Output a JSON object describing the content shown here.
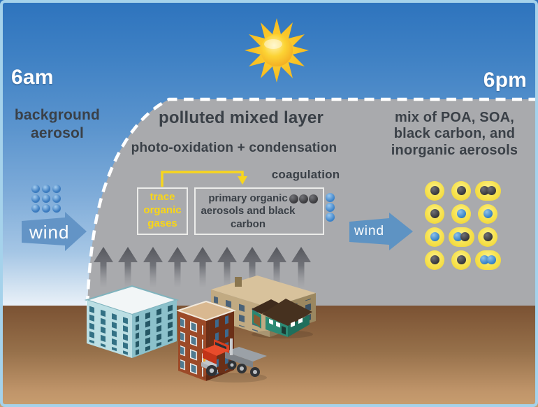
{
  "colors": {
    "border-blue": "#a5d2eb",
    "text-dark": "#3a4047",
    "accent-yellow": "#f9d616",
    "layer-gray": "#a9aaad",
    "wind-blue": "#5e93c3",
    "ground-dark": "#7b5233",
    "ground-light": "#c89e6f",
    "sky-top": "#2d73bd"
  },
  "labels": {
    "time_start": "6am",
    "time_end": "6pm",
    "background_aerosol": "background aerosol",
    "mixed_layer_title": "polluted mixed layer",
    "process_photo_oxidation": "photo-oxidation + condensation",
    "process_coagulation": "coagulation",
    "trace_box": "trace organic gases",
    "primary_box": "primary organic aerosols and black carbon",
    "wind_left": "wind",
    "wind_right": "wind",
    "mix_result": "mix of POA, SOA, black carbon, and inorganic aerosols"
  },
  "particles": {
    "background_grid": {
      "rows": 3,
      "cols": 3,
      "core": "blue"
    },
    "box_dots": {
      "count": 3,
      "core": "black"
    },
    "column_dots": {
      "count": 3,
      "core": "blue"
    },
    "mix_grid": {
      "rows": [
        [
          "black",
          "black",
          "black+black"
        ],
        [
          "black",
          "blue",
          "blue"
        ],
        [
          "blue",
          "blue+black",
          "black"
        ],
        [
          "black",
          "black",
          "blue+blue"
        ]
      ]
    }
  }
}
